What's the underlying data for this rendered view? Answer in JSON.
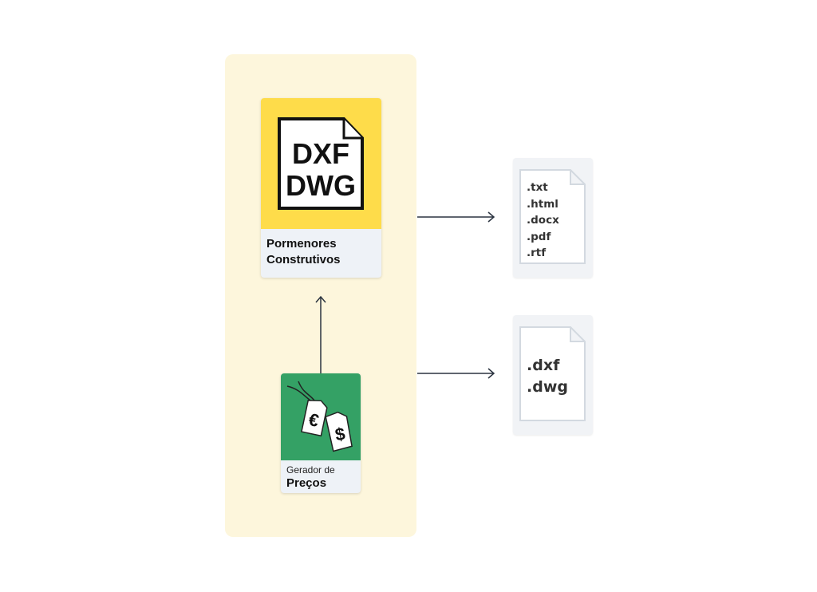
{
  "source": {
    "icon_text": [
      "DXF",
      "DWG"
    ],
    "label": [
      "Pormenores",
      "Construtivos"
    ],
    "color": "#fedc4a"
  },
  "generator": {
    "label_line1": "Gerador de",
    "label_line2": "Preços",
    "symbols": [
      "€",
      "$"
    ],
    "color": "#34a165"
  },
  "outputs": [
    {
      "extensions": [
        ".txt",
        ".html",
        ".docx",
        ".pdf",
        ".rtf"
      ]
    },
    {
      "extensions": [
        ".dxf",
        ".dwg"
      ]
    }
  ]
}
